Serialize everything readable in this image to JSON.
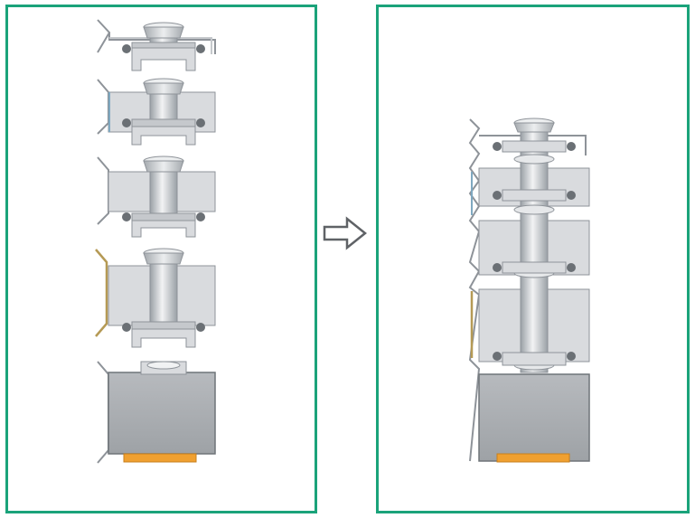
{
  "figure": {
    "left_panel": {
      "modules": [
        {
          "id": "module-1",
          "kind": "shelf",
          "side_flange": "gray"
        },
        {
          "id": "module-2",
          "kind": "section",
          "side_flange": "gray"
        },
        {
          "id": "module-3",
          "kind": "section",
          "side_flange": "gray"
        },
        {
          "id": "module-4",
          "kind": "section",
          "side_flange": "yellow"
        },
        {
          "id": "module-5",
          "kind": "base",
          "side_flange": "gray"
        }
      ]
    },
    "right_panel": {
      "assembled_stack": [
        "module-1",
        "module-2",
        "module-3",
        "module-4",
        "module-5"
      ]
    },
    "transition": {
      "icon": "right-arrow-icon"
    },
    "colors": {
      "panel_border": "#1aa37a",
      "steel_light": "#d9dbde",
      "steel_mid": "#bfc3c7",
      "steel_dark": "#8e9399",
      "base_body": "#a9acb0",
      "foot": "#f0a030",
      "flange_yellow": "#b59a55",
      "flange_blue": "#7fa8c0"
    }
  }
}
